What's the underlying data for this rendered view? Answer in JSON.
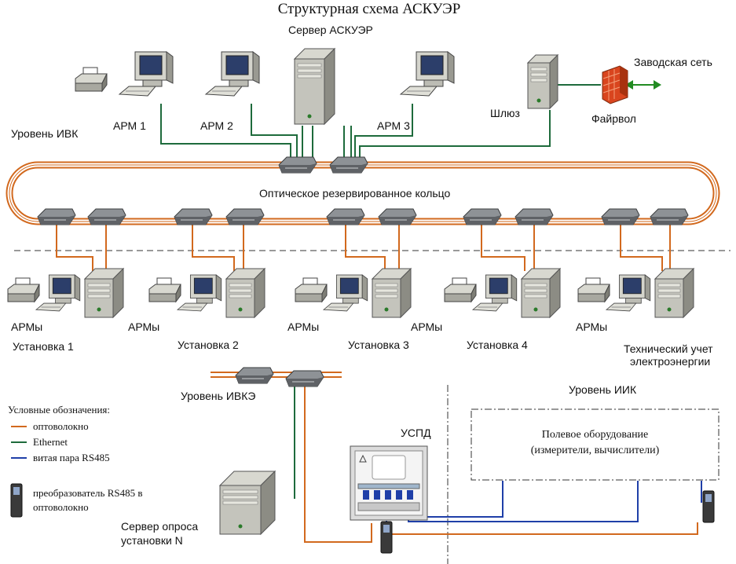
{
  "title": "Структурная схема АСКУЭР",
  "server_label": "Сервер АСКУЭР",
  "ivk": {
    "level_label": "Уровень  ИВК",
    "arm1": "АРМ 1",
    "arm2": "АРМ 2",
    "arm3": "АРМ 3",
    "gateway": "Шлюз",
    "firewall": "Файрвол",
    "plant_network": "Заводская сеть"
  },
  "ring_label": "Оптическое резервированное  кольцо",
  "installations": {
    "arms_label": "АРМы",
    "inst1": "Установка 1",
    "inst2": "Установка 2",
    "inst3": "Установка 3",
    "inst4": "Установка 4",
    "tech_line1": "Технический учет",
    "tech_line2": "электроэнергии"
  },
  "ivke_label": "Уровень  ИВКЭ",
  "iik_label": "Уровень ИИК",
  "uspd_label": "УСПД",
  "field_equipment": {
    "line1": "Полевое оборудование",
    "line2": "(измерители, вычислители)"
  },
  "poll_server": {
    "line1": "Сервер опроса",
    "line2": "установки N"
  },
  "legend": {
    "title": "Условные обозначения:",
    "fiber": "оптоволокно",
    "ethernet": "Ethernet",
    "rs485": "витая пара RS485",
    "converter_line1": "преобразователь RS485 в",
    "converter_line2": "оптоволокно"
  },
  "colors": {
    "fiber": "#d2691e",
    "ethernet": "#1e6b3c",
    "rs485": "#1f3fa8",
    "arrow": "#228b22",
    "firewall": "#d9451e"
  }
}
